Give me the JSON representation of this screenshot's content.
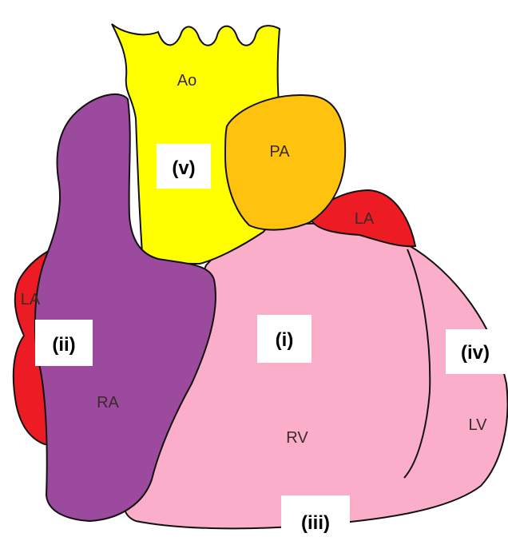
{
  "colors": {
    "background": "#ffffff",
    "outline": "#111111",
    "aorta": "#ffff00",
    "pulmonary_artery": "#ffc20e",
    "left_atrium": "#ed1c24",
    "right_atrium": "#9b4a9e",
    "ventricles": "#fbaec9",
    "tag_box": "#ffffff"
  },
  "regions": {
    "aorta": "Ao",
    "pulmonary_artery": "PA",
    "left_atrium_top": "LA",
    "left_atrium_side": "LA",
    "right_atrium": "RA",
    "right_ventricle": "RV",
    "left_ventricle": "LV"
  },
  "tags": {
    "i": "(i)",
    "ii": "(ii)",
    "iii": "(iii)",
    "iv": "(iv)",
    "v": "(v)"
  }
}
